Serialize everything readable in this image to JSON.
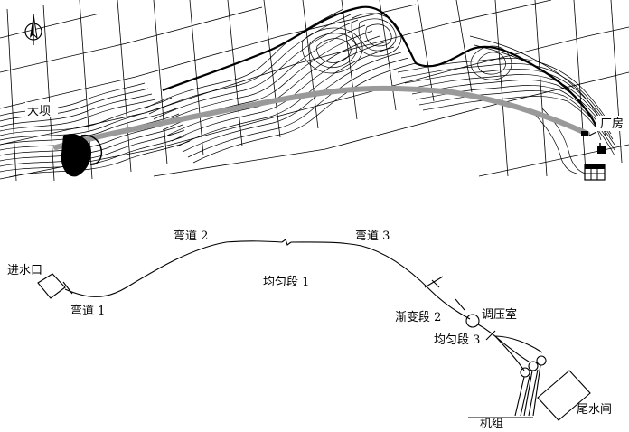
{
  "map": {
    "dam_label": "大坝",
    "powerhouse_label": "厂房"
  },
  "scheme": {
    "intake": "进水口",
    "bend_1": "弯道 1",
    "bend_2": "弯道 2",
    "bend_3": "弯道 3",
    "uniform_1": "均匀段 1",
    "transition_2": "渐变段 2",
    "surge_chamber": "调压室",
    "uniform_3": "均匀段 3",
    "units": "机组",
    "tailrace_gate": "尾水闸"
  },
  "colors": {
    "line": "#000000",
    "tunnel_route": "#9a9a9a",
    "background": "#ffffff"
  },
  "icons": [
    "north-arrow-icon",
    "legend-icon"
  ]
}
